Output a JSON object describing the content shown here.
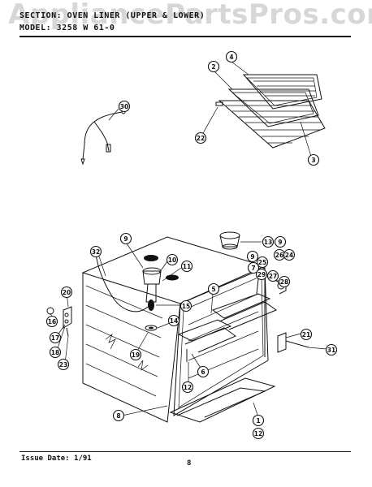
{
  "watermark": "AppliancePartsPros.com",
  "header": {
    "section_line": "SECTION: OVEN LINER (UPPER & LOWER)",
    "model_line": "MODEL: 3258 W 61-0"
  },
  "footer": {
    "issue_date": "Issue Date: 1/91",
    "page_number": "8"
  },
  "callouts": [
    "30",
    "4",
    "2",
    "22",
    "3",
    "9",
    "10",
    "11",
    "32",
    "13",
    "9",
    "9",
    "25",
    "26",
    "24",
    "7",
    "27",
    "29",
    "28",
    "5",
    "20",
    "15",
    "16",
    "14",
    "17",
    "18",
    "19",
    "23",
    "21",
    "31",
    "6",
    "12",
    "8",
    "1",
    "12"
  ]
}
